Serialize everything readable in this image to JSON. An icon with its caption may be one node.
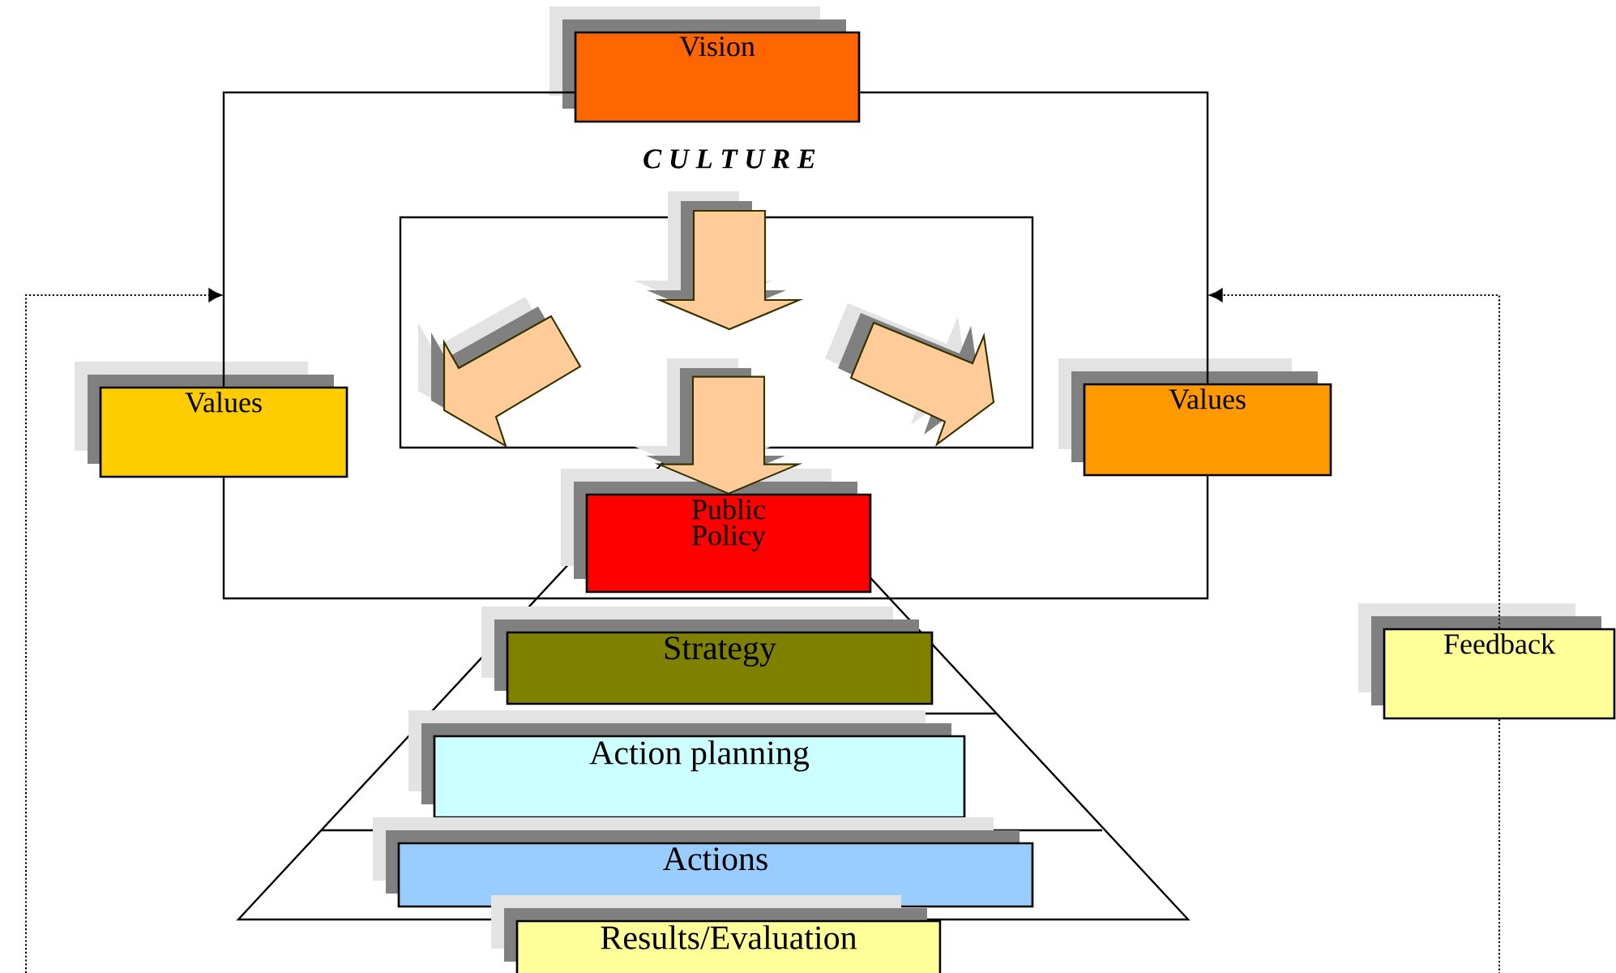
{
  "diagram": {
    "nodes": [
      {
        "text": [
          "Vision"
        ]
      },
      {
        "text": [
          "Values"
        ]
      },
      {
        "text": [
          "Values"
        ]
      },
      {
        "text": [
          "Public Policy"
        ]
      },
      {
        "text": [
          "Strategy"
        ]
      },
      {
        "text": [
          "Action planning"
        ]
      },
      {
        "text": [
          "Actions"
        ]
      },
      {
        "text": [
          "Results/Evaluation"
        ]
      },
      {
        "text": [
          "Feedback"
        ]
      }
    ],
    "edges": [
      {
        "from": 0,
        "to": 1,
        "arrow": "none"
      },
      {
        "from": 1,
        "to": 2,
        "arrow": "none"
      },
      {
        "from": 2,
        "to": 0,
        "arrow": "none"
      },
      {
        "from": 8,
        "to": null,
        "arrow": "to",
        "style": "dashed"
      },
      {
        "from": 8,
        "to": null,
        "arrow": "none",
        "style": "dashed"
      },
      {
        "from": null,
        "to": 3,
        "arrow": "to",
        "style": "thick"
      }
    ],
    "labels": [
      "C U L T U R E"
    ]
  }
}
